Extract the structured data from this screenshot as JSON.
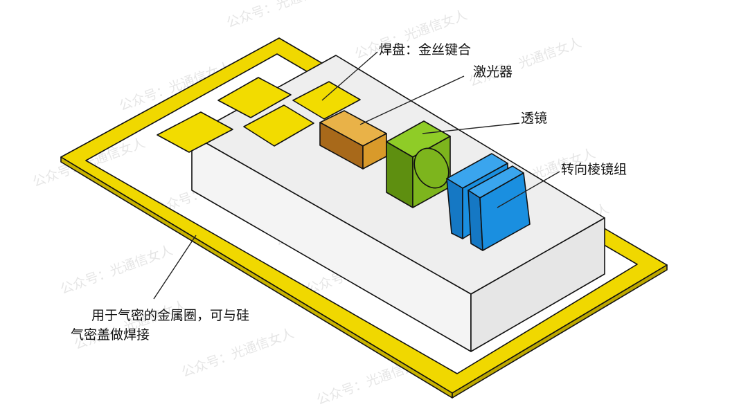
{
  "labels": {
    "pad": "焊盘：金丝键合",
    "laser": "激光器",
    "lens": "透镜",
    "prism": "转向棱镜组",
    "ring_line1": "用于气密的金属圈，可与硅",
    "ring_line2": "气密盖做焊接"
  },
  "watermark": "公众号：光通信女人",
  "colors": {
    "gold_ring": "#f0d800",
    "pad": "#f2dc00",
    "substrate_top": "#eeeeee",
    "substrate_front": "#f4f4f4",
    "substrate_side": "#e6e6e6",
    "laser": "#d99a2a",
    "lens": "#7db51d",
    "prism": "#1a8fe0"
  }
}
